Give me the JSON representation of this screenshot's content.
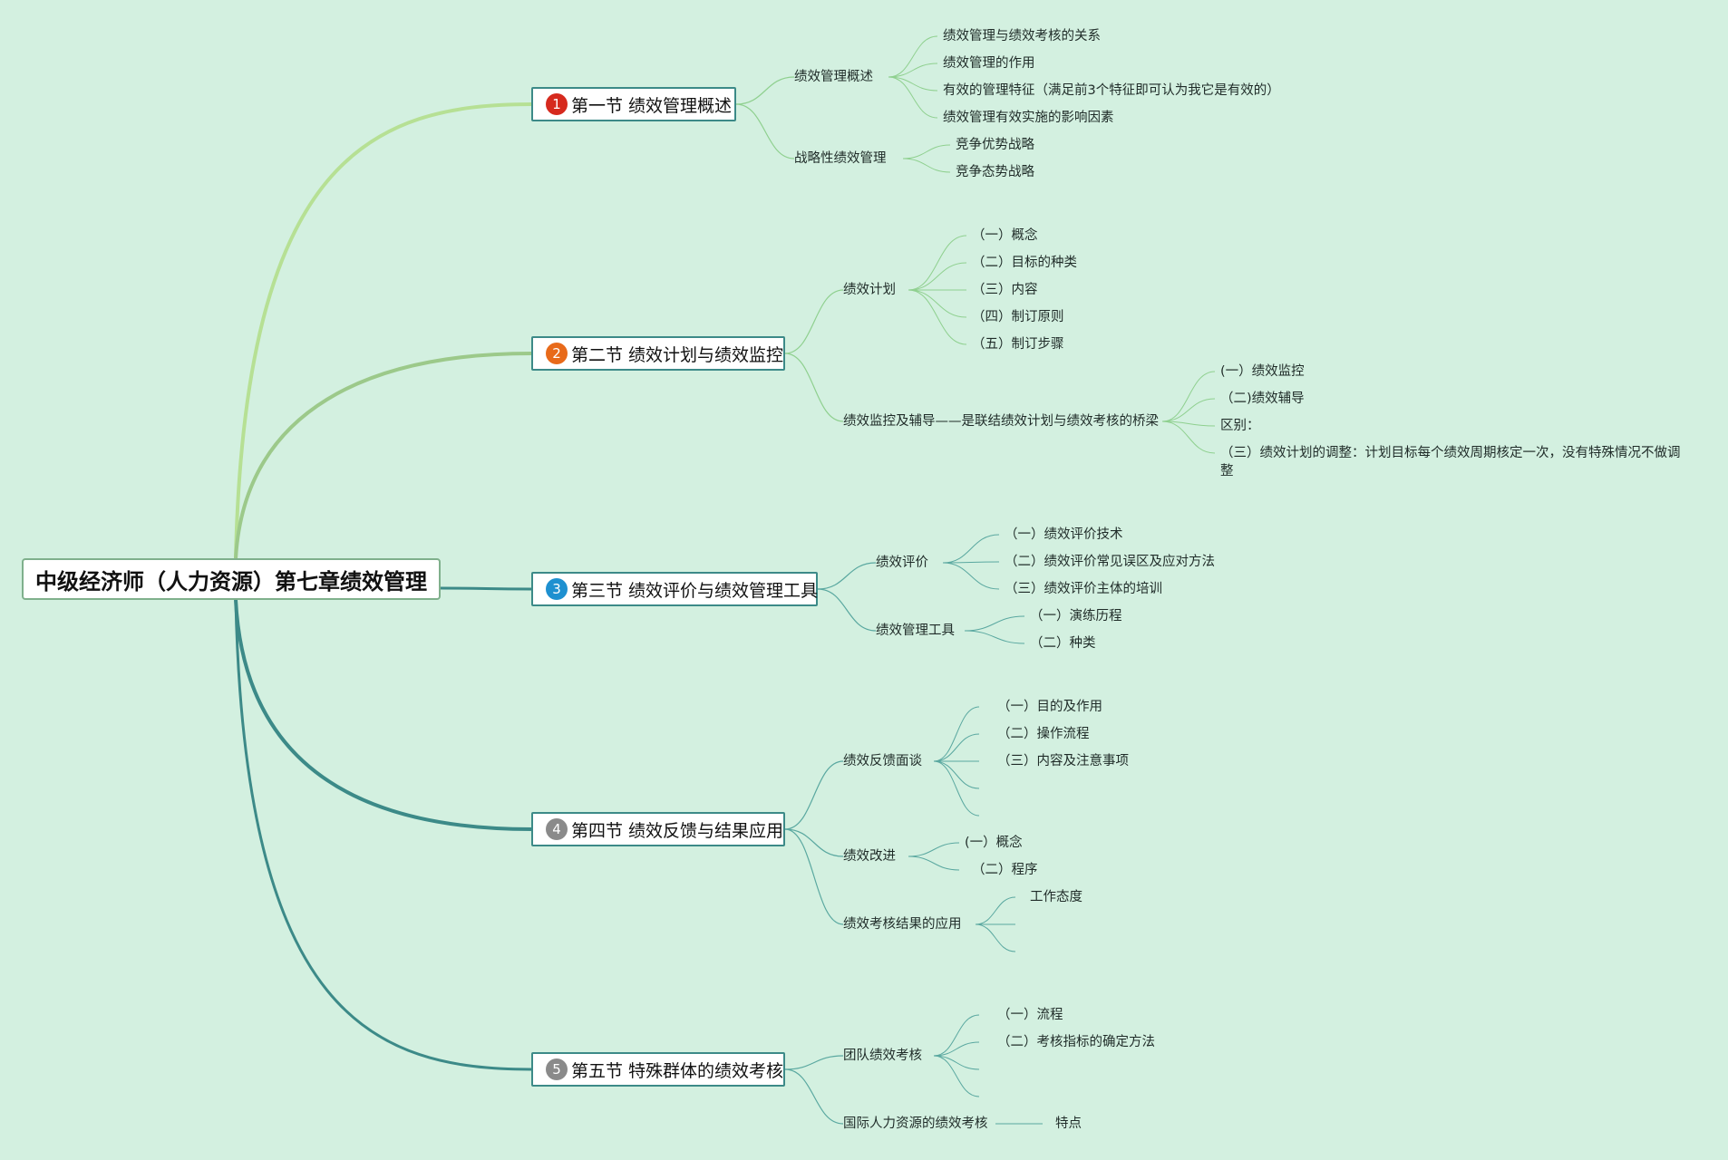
{
  "colors": {
    "background": "#d3f0e0",
    "badge_1": "#d62a1e",
    "badge_2": "#e86a1a",
    "badge_3": "#1e90d0",
    "badge_4": "#8a8a8a",
    "badge_5": "#8a8a8a",
    "branch_light": "#b6e094",
    "branch_mid": "#9cc98a",
    "branch_teal": "#3c8a88"
  },
  "root": {
    "title": "中级经济师（人力资源）第七章绩效管理"
  },
  "sections": [
    {
      "badge": "1",
      "title": "第一节 绩效管理概述",
      "topics": [
        {
          "label": "绩效管理概述",
          "items": [
            "绩效管理与绩效考核的关系",
            "绩效管理的作用",
            "有效的管理特征（满足前3个特征即可认为我它是有效的）",
            "绩效管理有效实施的影响因素"
          ]
        },
        {
          "label": "战略性绩效管理",
          "items": [
            "竞争优势战略",
            "竞争态势战略"
          ]
        }
      ]
    },
    {
      "badge": "2",
      "title": "第二节 绩效计划与绩效监控",
      "topics": [
        {
          "label": "绩效计划",
          "items": [
            "（一）概念",
            "（二）目标的种类",
            "（三）内容",
            "（四）制订原则",
            "（五）制订步骤"
          ]
        },
        {
          "label": "绩效监控及辅导——是联结绩效计划与绩效考核的桥梁",
          "items": [
            "(一）绩效监控",
            "（二)绩效辅导",
            "区别：",
            "（三）绩效计划的调整：计划目标每个绩效周期核定一次，没有特殊情况不做调整"
          ]
        }
      ]
    },
    {
      "badge": "3",
      "title": "第三节 绩效评价与绩效管理工具",
      "topics": [
        {
          "label": "绩效评价",
          "items": [
            "（一）绩效评价技术",
            "（二）绩效评价常见误区及应对方法",
            "（三）绩效评价主体的培训"
          ]
        },
        {
          "label": "绩效管理工具",
          "items": [
            "（一）演练历程",
            "（二）种类"
          ]
        }
      ]
    },
    {
      "badge": "4",
      "title": "第四节 绩效反馈与结果应用",
      "topics": [
        {
          "label": "绩效反馈面谈",
          "items": [
            "（一）目的及作用",
            "（二）操作流程",
            "（三）内容及注意事项"
          ]
        },
        {
          "label": "绩效改进",
          "items": [
            "(一）概念",
            "（二）程序"
          ]
        },
        {
          "label": "绩效考核结果的应用",
          "items": [
            "工作态度"
          ]
        }
      ]
    },
    {
      "badge": "5",
      "title": "第五节 特殊群体的绩效考核",
      "topics": [
        {
          "label": "团队绩效考核",
          "items": [
            "（一）流程",
            "（二）考核指标的确定方法"
          ]
        },
        {
          "label": "国际人力资源的绩效考核",
          "items": [
            "特点"
          ]
        }
      ]
    }
  ]
}
